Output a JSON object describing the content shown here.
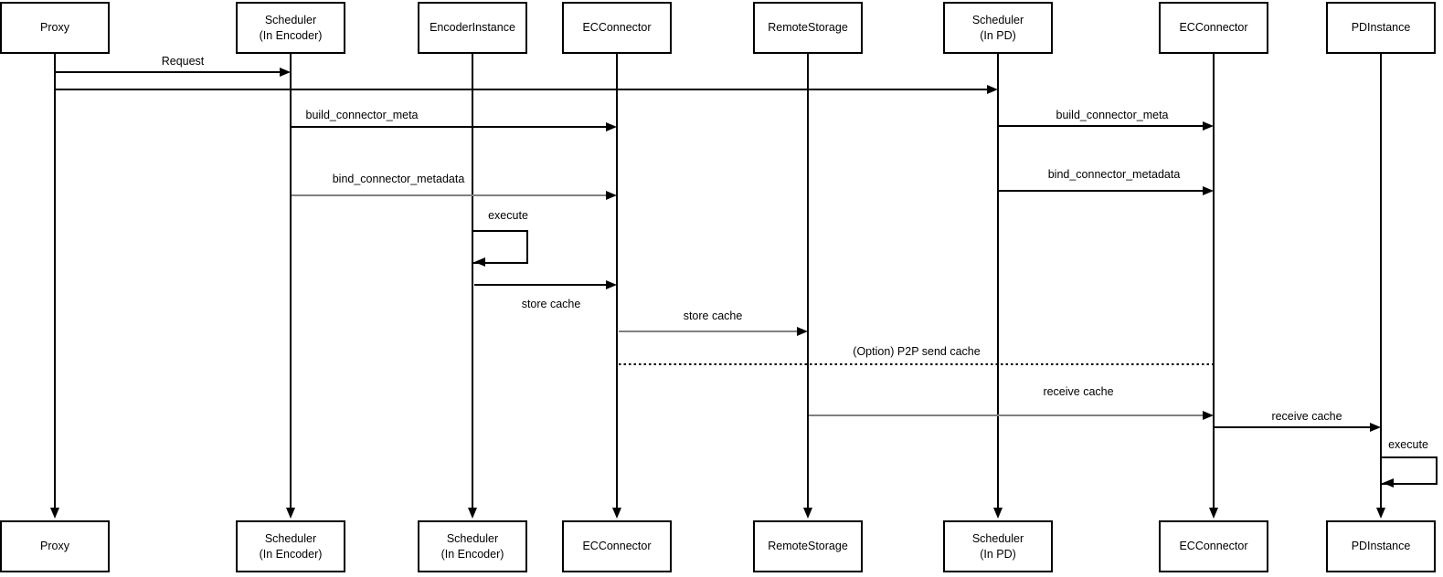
{
  "diagram": {
    "type": "sequence-diagram",
    "colors": {
      "background": "#ffffff",
      "line_black": "#000000",
      "line_gray": "#808080",
      "box_fill": "#ffffff",
      "text": "#000000"
    },
    "participants_top": [
      {
        "label": "Proxy"
      },
      {
        "label": "Scheduler\n(In Encoder)"
      },
      {
        "label": "EncoderInstance"
      },
      {
        "label": "ECConnector"
      },
      {
        "label": "RemoteStorage"
      },
      {
        "label": "Scheduler\n(In PD)"
      },
      {
        "label": "ECConnector"
      },
      {
        "label": "PDInstance"
      }
    ],
    "participants_bottom": [
      {
        "label": "Proxy"
      },
      {
        "label": "Scheduler\n(In Encoder)"
      },
      {
        "label": "Scheduler\n(In Encoder)"
      },
      {
        "label": "ECConnector"
      },
      {
        "label": "RemoteStorage"
      },
      {
        "label": "Scheduler\n(In PD)"
      },
      {
        "label": "ECConnector"
      },
      {
        "label": "PDInstance"
      }
    ],
    "messages": [
      {
        "label": "Request",
        "from": "Proxy",
        "to": "Scheduler (In Encoder)",
        "style": "solid"
      },
      {
        "label": "",
        "from": "Proxy",
        "to": "Scheduler (In PD)",
        "style": "solid"
      },
      {
        "label": "build_connector_meta",
        "from": "Scheduler (In Encoder)",
        "to": "ECConnector",
        "style": "solid"
      },
      {
        "label": "build_connector_meta",
        "from": "Scheduler (In PD)",
        "to": "ECConnector",
        "style": "solid"
      },
      {
        "label": "bind_connector_metadata",
        "from": "Scheduler (In Encoder)",
        "to": "ECConnector",
        "style": "solid",
        "color": "#808080"
      },
      {
        "label": "bind_connector_metadata",
        "from": "Scheduler (In PD)",
        "to": "ECConnector",
        "style": "solid"
      },
      {
        "label": "execute",
        "from": "EncoderInstance",
        "to": "EncoderInstance",
        "style": "self-loop"
      },
      {
        "label": "store cache",
        "from": "EncoderInstance",
        "to": "ECConnector",
        "style": "solid"
      },
      {
        "label": "store cache",
        "from": "ECConnector",
        "to": "RemoteStorage",
        "style": "solid",
        "color": "#808080"
      },
      {
        "label": "(Option) P2P send cache",
        "from": "ECConnector",
        "to": "ECConnector",
        "style": "dashed"
      },
      {
        "label": "receive cache",
        "from": "RemoteStorage",
        "to": "ECConnector",
        "style": "solid",
        "color": "#808080"
      },
      {
        "label": "receive cache",
        "from": "ECConnector",
        "to": "PDInstance",
        "style": "solid"
      },
      {
        "label": "execute",
        "from": "PDInstance",
        "to": "PDInstance",
        "style": "self-loop"
      }
    ]
  }
}
